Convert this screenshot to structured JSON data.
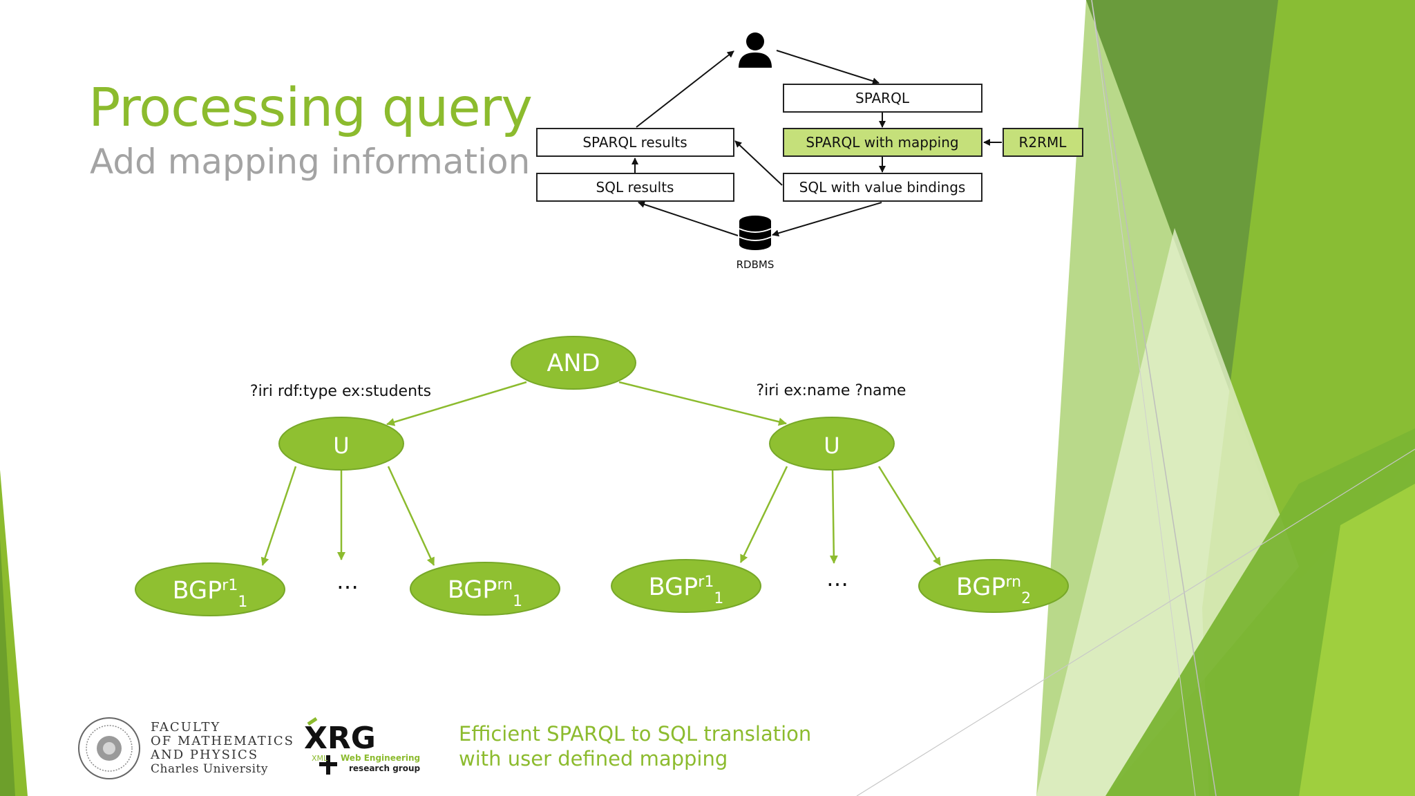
{
  "slide": {
    "title": "Processing query",
    "subtitle": "Add mapping information"
  },
  "flow": {
    "nodes": {
      "sparql": "SPARQL",
      "sparql_mapping": "SPARQL with mapping",
      "r2rml": "R2RML",
      "sql_bindings": "SQL with value bindings",
      "sparql_results": "SPARQL results",
      "sql_results": "SQL results",
      "rdbms": "RDBMS"
    },
    "highlight_color": "#c5e07a",
    "icons": [
      "user-icon",
      "database-icon"
    ]
  },
  "tree": {
    "root": "AND",
    "left_label": "?iri rdf:type ex:students",
    "right_label": "?iri ex:name ?name",
    "union_symbol": "U",
    "ellipsis": "…",
    "leaf_base": "BGP",
    "leaves": [
      {
        "sup": "r1",
        "sub": "1"
      },
      {
        "sup": "rn",
        "sub": "1"
      },
      {
        "sup": "r1",
        "sub": "1"
      },
      {
        "sup": "rn",
        "sub": "2"
      }
    ],
    "node_color": "#8fc031"
  },
  "footer": {
    "faculty_line1": "FACULTY",
    "faculty_line2": "OF MATHEMATICS",
    "faculty_line3": "AND PHYSICS",
    "university": "Charles University",
    "group_logo": "XRG",
    "group_line1": "XML",
    "group_line2": "Web Engineering",
    "group_line3": "research group",
    "tagline_1": "Efficient SPARQL to SQL translation",
    "tagline_2": "with user defined mapping"
  },
  "theme": {
    "accent": "#8cbb2e",
    "dark_green": "#5a8f2a",
    "light_green": "#d7e8b0"
  }
}
